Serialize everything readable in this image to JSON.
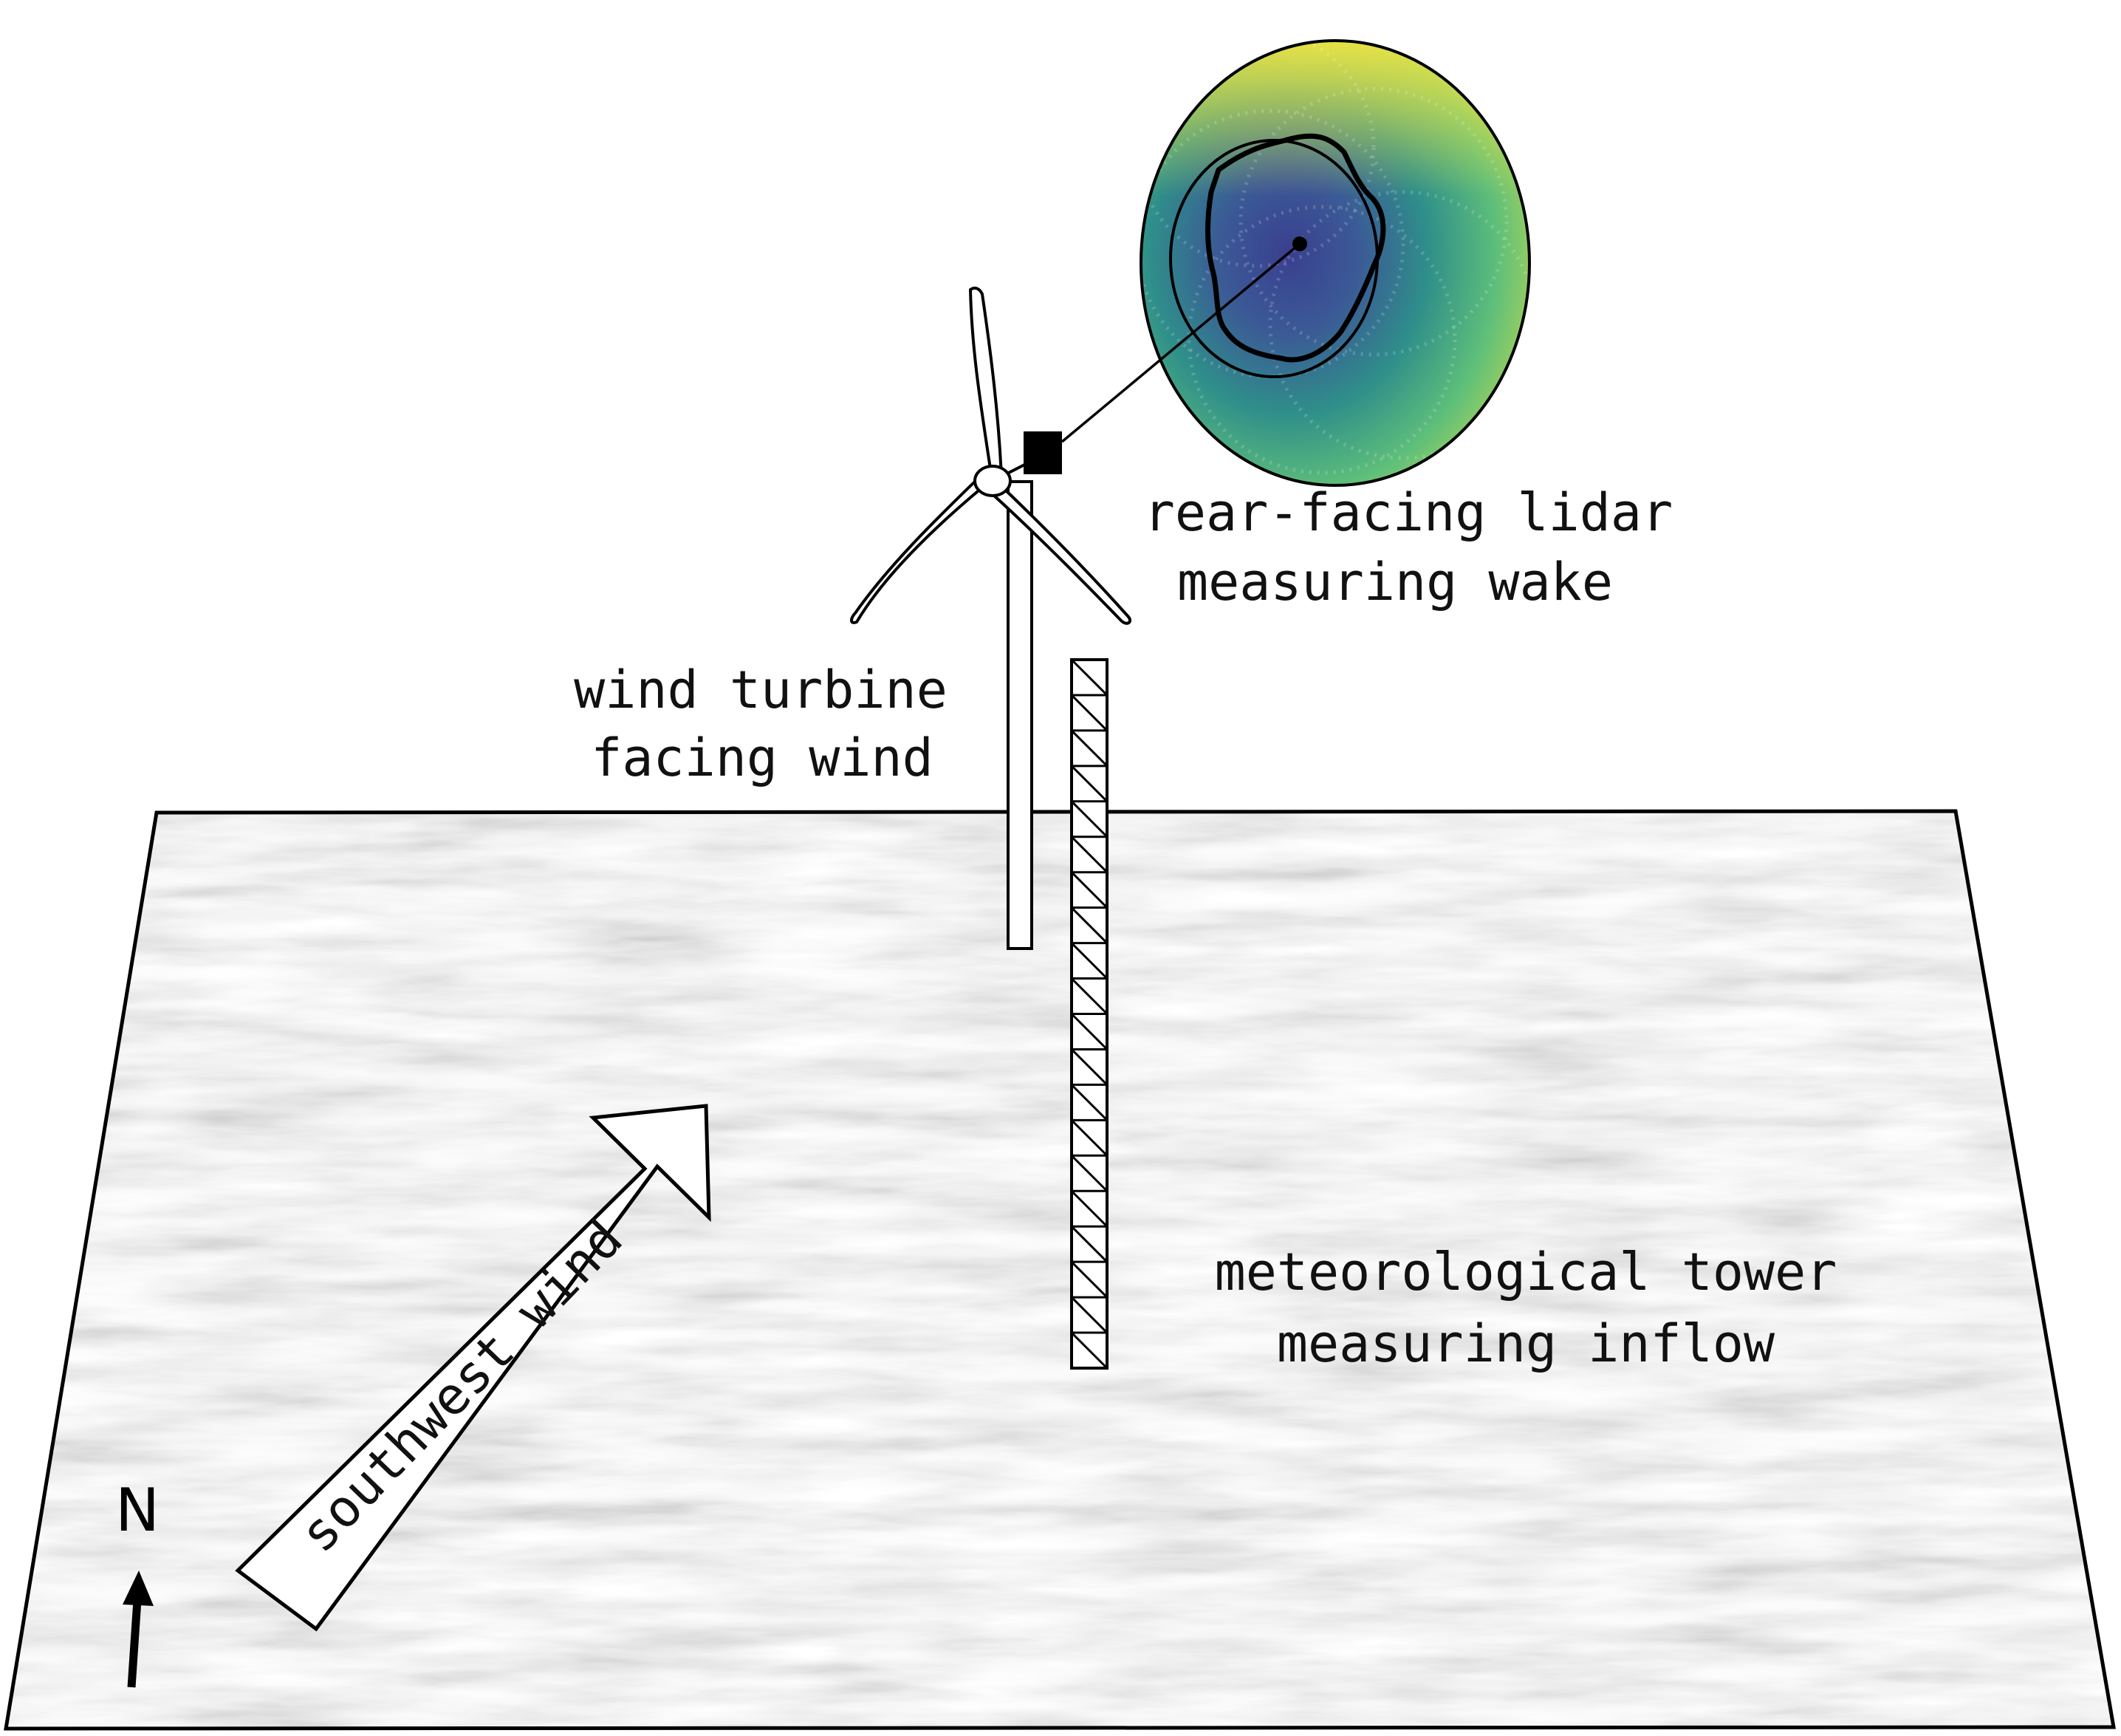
{
  "labels": {
    "lidar_line1": "rear-facing lidar",
    "lidar_line2": "measuring wake",
    "turbine_line1": "wind turbine",
    "turbine_line2": "facing wind",
    "tower_line1": "meteorological tower",
    "tower_line2": "measuring inflow",
    "wind_arrow": "southwest wind",
    "north": "N"
  },
  "colors": {
    "ground": "#b9b9b9",
    "wake_high": "#f0e442",
    "wake_mid": "#5fbf7a",
    "wake_low": "#3b5a96",
    "wake_core": "#3a3f8f",
    "outline": "#000000"
  },
  "icons": {
    "wind_direction": "arrow-up-right-icon",
    "north_indicator": "north-arrow-icon"
  }
}
